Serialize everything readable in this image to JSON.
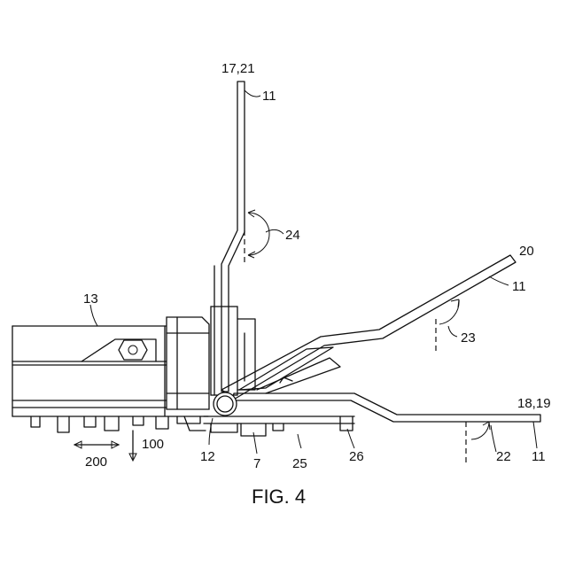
{
  "figure": {
    "caption": "FIG. 4",
    "reference_numerals": {
      "r17_21": "17,21",
      "r11_top": "11",
      "r24": "24",
      "r20": "20",
      "r11_mid": "11",
      "r13": "13",
      "r23": "23",
      "r18_19": "18,19",
      "r11_right": "11",
      "r22": "22",
      "r100": "100",
      "r200": "200",
      "r12": "12",
      "r7": "7",
      "r25": "25",
      "r26": "26"
    }
  },
  "colors": {
    "ink": "#111111",
    "paper": "#ffffff"
  }
}
